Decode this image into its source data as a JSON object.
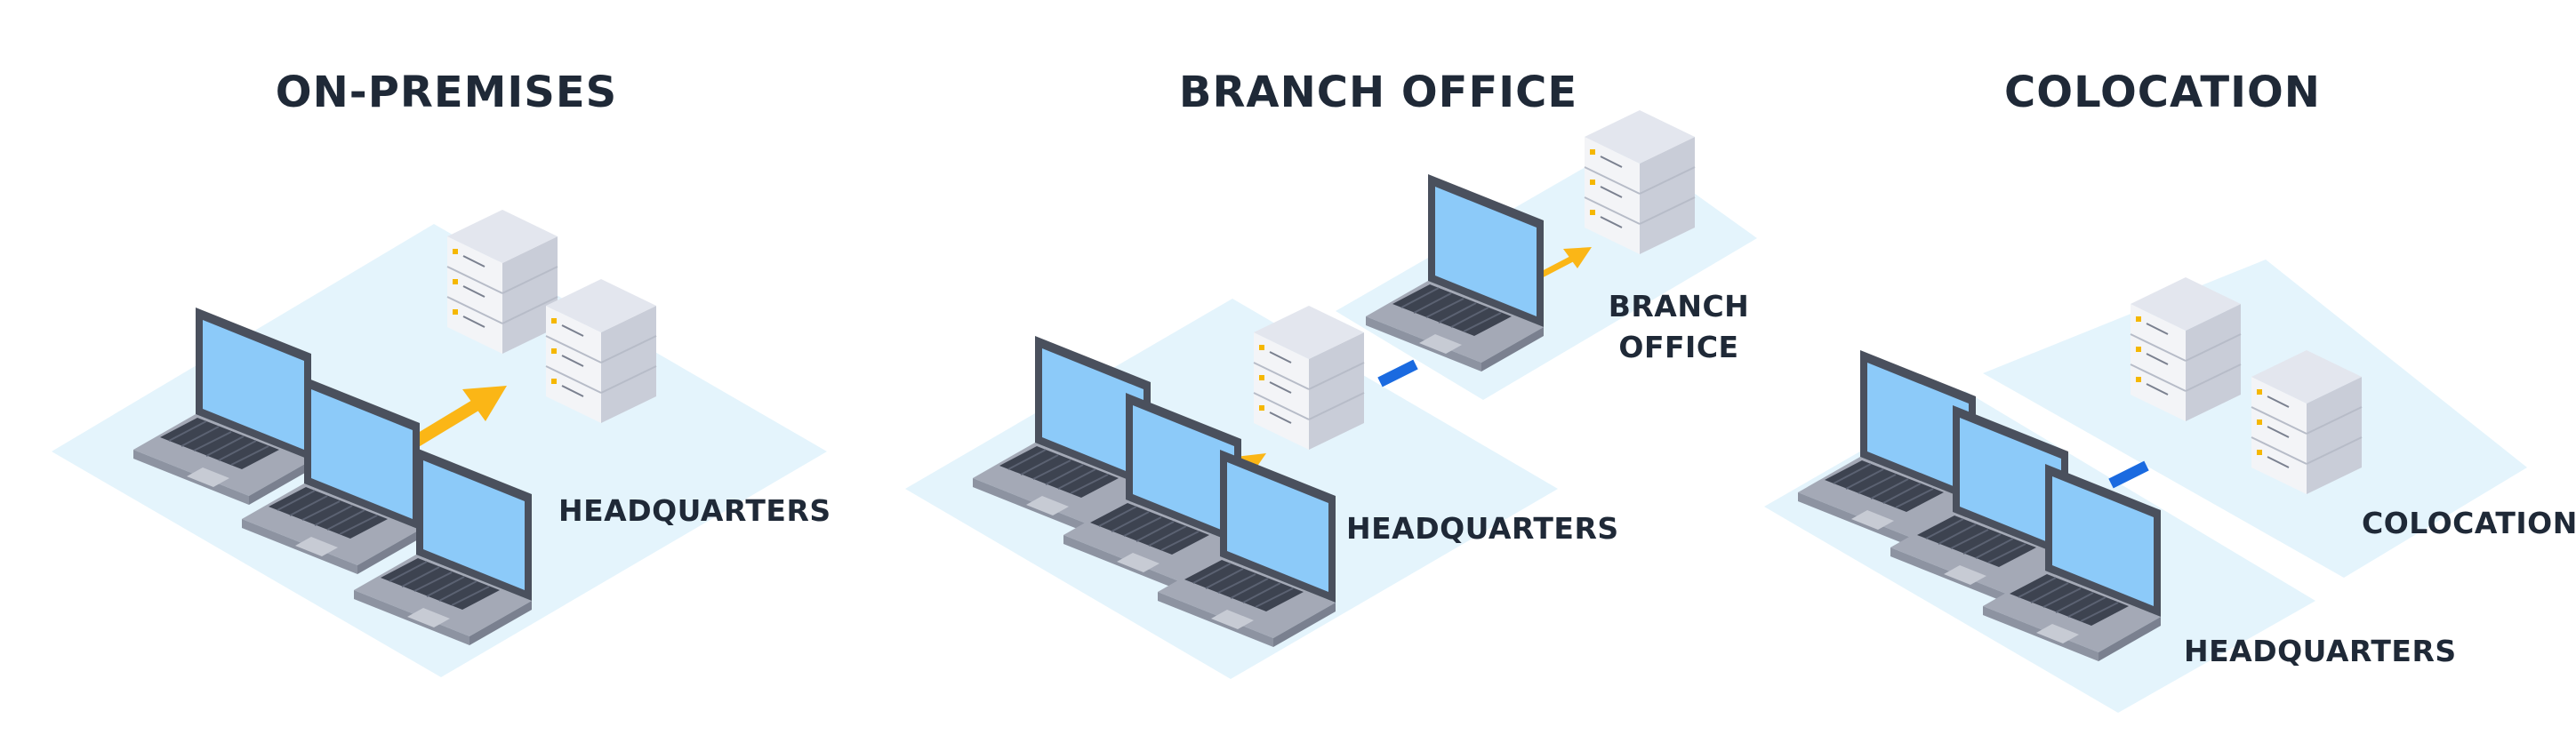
{
  "panels": [
    {
      "title": "ON-PREMISES",
      "labels": [
        "HEADQUARTERS"
      ]
    },
    {
      "title": "BRANCH OFFICE",
      "labels": [
        "HEADQUARTERS",
        "BRANCH",
        "OFFICE"
      ]
    },
    {
      "title": "COLOCATION",
      "labels": [
        "HEADQUARTERS",
        "COLOCATION"
      ]
    }
  ],
  "colors": {
    "floor": "#e4f4fc",
    "arrow": "#fbb616",
    "link": "#1a6ae0",
    "laptop_body": "#a4a9b6",
    "laptop_screen": "#8ccaf9",
    "server": "#dfe2ea",
    "server_led": "#f5b700",
    "text": "#1f2937"
  },
  "icons": [
    "laptop-icon",
    "server-icon",
    "arrow-icon",
    "link-icon"
  ]
}
